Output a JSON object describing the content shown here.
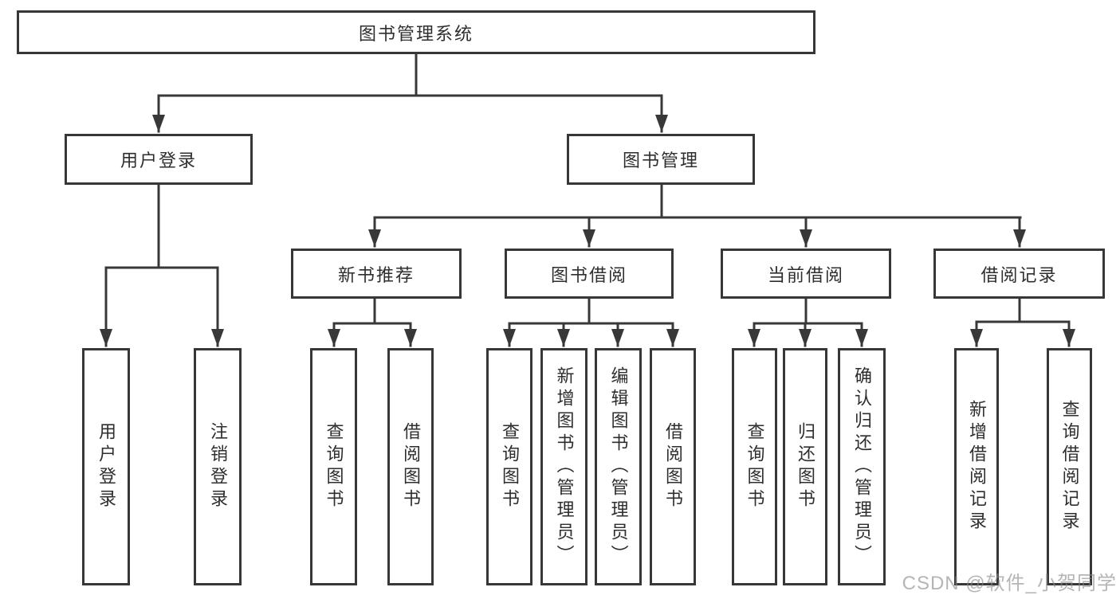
{
  "diagram": {
    "title_node": "图书管理系统",
    "nodes": {
      "root": "图书管理系统",
      "user_login": "用户登录",
      "book_mgmt": "图书管理",
      "new_book_rec": "新书推荐",
      "book_borrow": "图书借阅",
      "current_borrow": "当前借阅",
      "borrow_records": "借阅记录",
      "leaf_user_login": "用户登录",
      "leaf_logout": "注销登录",
      "leaf_nb_query": "查询图书",
      "leaf_nb_borrow": "借阅图书",
      "leaf_bw_query": "查询图书",
      "leaf_bw_add": "新增图书（管理员）",
      "leaf_bw_edit": "编辑图书（管理员）",
      "leaf_bw_borrow": "借阅图书",
      "leaf_cu_query": "查询图书",
      "leaf_cu_return": "归还图书",
      "leaf_cu_confirm": "确认归还（管理员）",
      "leaf_rc_add": "新增借阅记录",
      "leaf_rc_query": "查询借阅记录"
    },
    "hierarchy": {
      "图书管理系统": {
        "用户登录": [
          "用户登录",
          "注销登录"
        ],
        "图书管理": {
          "新书推荐": [
            "查询图书",
            "借阅图书"
          ],
          "图书借阅": [
            "查询图书",
            "新增图书（管理员）",
            "编辑图书（管理员）",
            "借阅图书"
          ],
          "当前借阅": [
            "查询图书",
            "归还图书",
            "确认归还（管理员）"
          ],
          "借阅记录": [
            "新增借阅记录",
            "查询借阅记录"
          ]
        }
      }
    },
    "colors": {
      "line": "#383838",
      "box_border": "#373737",
      "box_fill": "#ffffff",
      "text": "#2e2e2e",
      "watermark": "#878787",
      "background": "#ffffff"
    }
  },
  "watermark": "CSDN @软件_小贺同学"
}
